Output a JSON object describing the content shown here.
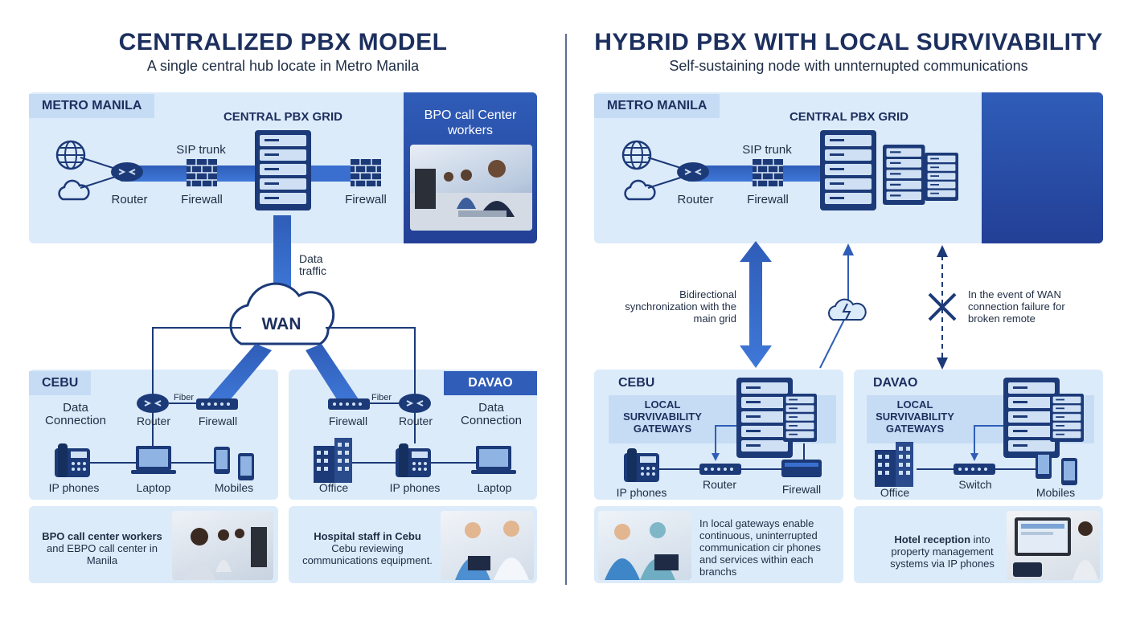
{
  "left": {
    "title": "CENTRALIZED PBX MODEL",
    "subtitle": "A single central hub locate in Metro Manila",
    "metro_tag": "METRO MANILA",
    "grid_title": "CENTRAL PBX GRID",
    "sip_trunk": "SIP trunk",
    "router": "Router",
    "firewall_1": "Firewall",
    "firewall_2": "Firewall",
    "bpo_box_title": "BPO call Center workers",
    "data_traffic": "Data traffic",
    "wan": "WAN",
    "cebu": {
      "tag": "CEBU",
      "conn": "Data Connection",
      "fiber": "Fiber",
      "router": "Router",
      "firewall": "Firewall",
      "ip_phones": "IP phones",
      "laptop": "Laptop",
      "mobiles": "Mobiles"
    },
    "davao": {
      "tag": "DAVAO",
      "conn": "Data Connection",
      "fiber": "Fiber",
      "firewall": "Firewall",
      "router": "Router",
      "office": "Office",
      "ip_phones": "IP phones",
      "laptop": "Laptop"
    },
    "caption_1_bold": "BPO call center workers",
    "caption_1_rest": "and EBPO call center in Manila",
    "caption_2_bold": "Hospital staff in Cebu",
    "caption_2_rest": "Cebu reviewing communications equipment."
  },
  "right": {
    "title": "HYBRID PBX WITH LOCAL SURVIVABILITY",
    "subtitle": "Self-sustaining node with unnternupted communications",
    "metro_tag": "METRO MANILA",
    "grid_title": "CENTRAL PBX GRID",
    "sip_trunk": "SIP trunk",
    "router": "Router",
    "firewall": "Firewall",
    "sync_note": "Bidirectional synchronization with the main grid",
    "failure_note": "In the event of WAN connection failure for broken remote",
    "cebu": {
      "tag": "CEBU",
      "gateways": "LOCAL SURVIVABILITY GATEWAYS",
      "ip_phones": "IP phones",
      "router": "Router",
      "firewall": "Firewall"
    },
    "davao": {
      "tag": "DAVAO",
      "gateways": "LOCAL SURVIVABILITY GATEWAYS",
      "office": "Office",
      "switch": "Switch",
      "mobiles": "Mobiles"
    },
    "caption_3": "In local gateways enable continuous, uninterrupted communication cir phones and services within each branchs",
    "caption_4_bold": "Hotel reception",
    "caption_4_rest": "into property management systems via IP phones"
  },
  "colors": {
    "navy": "#1c2f5e",
    "blue": "#2f5db8",
    "panel": "#dcebfa",
    "tag": "#c5dcf4"
  }
}
